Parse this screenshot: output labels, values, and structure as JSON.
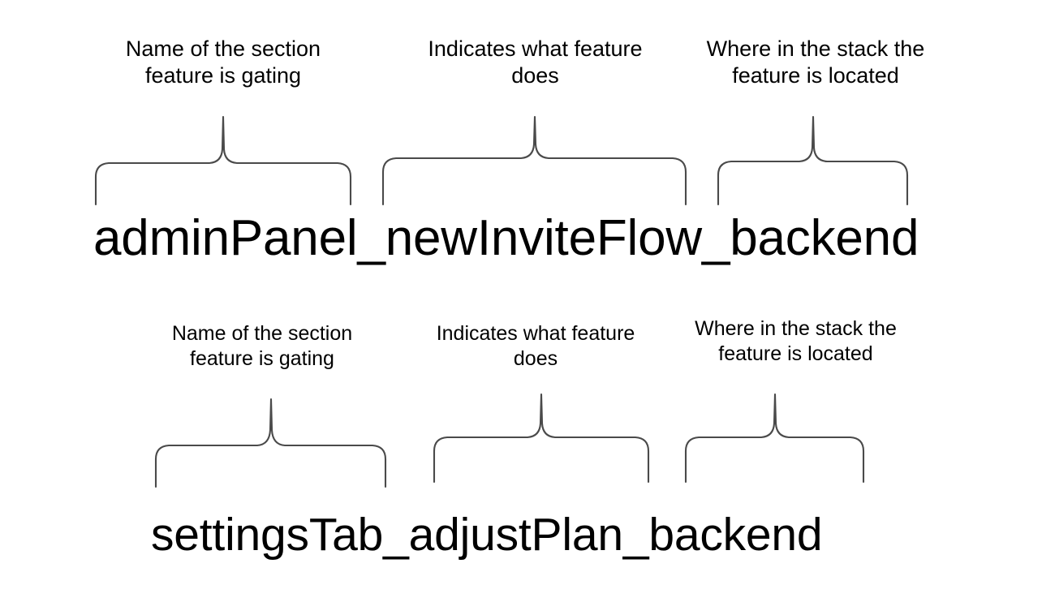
{
  "slide": {
    "background_color": "#ffffff",
    "stroke_color": "#4a4a4a",
    "text_color": "#000000"
  },
  "examples": [
    {
      "flag_name": "adminPanel_newInviteFlow_backend",
      "segments": [
        {
          "token": "adminPanel",
          "caption": "Name of the section feature is gating"
        },
        {
          "token": "newInviteFlow",
          "caption": "Indicates what feature does"
        },
        {
          "token": "backend",
          "caption": "Where in the stack the feature is located"
        }
      ]
    },
    {
      "flag_name": "settingsTab_adjustPlan_backend",
      "segments": [
        {
          "token": "settingsTab",
          "caption": "Name of the section feature is gating"
        },
        {
          "token": "adjustPlan",
          "caption": "Indicates what feature does"
        },
        {
          "token": "backend",
          "caption": "Where in the stack the feature is located"
        }
      ]
    }
  ]
}
